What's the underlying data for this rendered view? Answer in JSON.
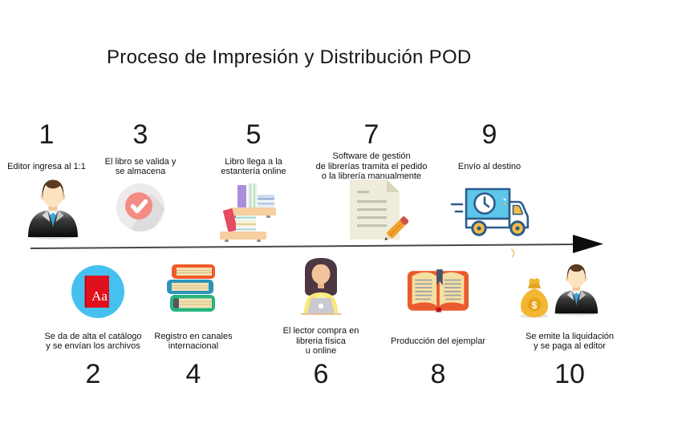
{
  "title": "Proceso de Impresión y Distribución POD",
  "steps": [
    {
      "number": "1",
      "label": "Editor ingresa al 1:1",
      "icon": "businessman-icon"
    },
    {
      "number": "2",
      "label": "Se da de alta el catálogo\ny se envían los archivos",
      "icon": "catalog-book-icon"
    },
    {
      "number": "3",
      "label": "El libro se valida y\nse almacena",
      "icon": "check-circle-icon"
    },
    {
      "number": "4",
      "label": "Registro en canales\ninternacional",
      "icon": "books-stack-icon"
    },
    {
      "number": "5",
      "label": "Libro llega a la\nestantería online",
      "icon": "bookshelf-icon"
    },
    {
      "number": "6",
      "label": "El lector compra en\nlibreria física\nu online",
      "icon": "reader-laptop-icon"
    },
    {
      "number": "7",
      "label": "Software de gestión\nde librerías tramita el pedido\no la librería manualmente",
      "icon": "document-pencil-icon"
    },
    {
      "number": "8",
      "label": "Producción del ejemplar",
      "icon": "open-book-icon"
    },
    {
      "number": "9",
      "label": "Envío al destino",
      "icon": "delivery-truck-icon"
    },
    {
      "number": "10",
      "label": "Se emite la liquidación\ny se paga al editor",
      "icon": "money-bag-businessman-icon"
    }
  ],
  "icon_texts": {
    "catalog_cover": "Aa",
    "money_bag": "$"
  },
  "colors": {
    "background": "#ffffff",
    "text": "#161616",
    "arrow_line": "#474747",
    "arrow_head": "#0d0d0d",
    "check_pink": "#f58b85",
    "catalog_blue": "#45c1f0",
    "catalog_red": "#e0111c",
    "truck_body_blue": "#5ec6e8",
    "truck_outline_blue": "#2b5d8c",
    "truck_yellow": "#f6bc41",
    "open_book_orange": "#ea5b2d",
    "stack_orange": "#f05a28",
    "stack_teal": "#2e93b8",
    "stack_green": "#27b57e",
    "shelf_peach": "#f7cfa0",
    "red_book": "#e54b62",
    "purple_book": "#ab8edb",
    "suit_dark": "#0a0a0a",
    "tie_blue": "#2fa8e0",
    "blouse_yellow": "#f9ea7a",
    "hair_woman": "#4c3742",
    "money_gold": "#f2b632",
    "pencil_orange": "#f2a229",
    "paper_beige": "#efecdb"
  }
}
